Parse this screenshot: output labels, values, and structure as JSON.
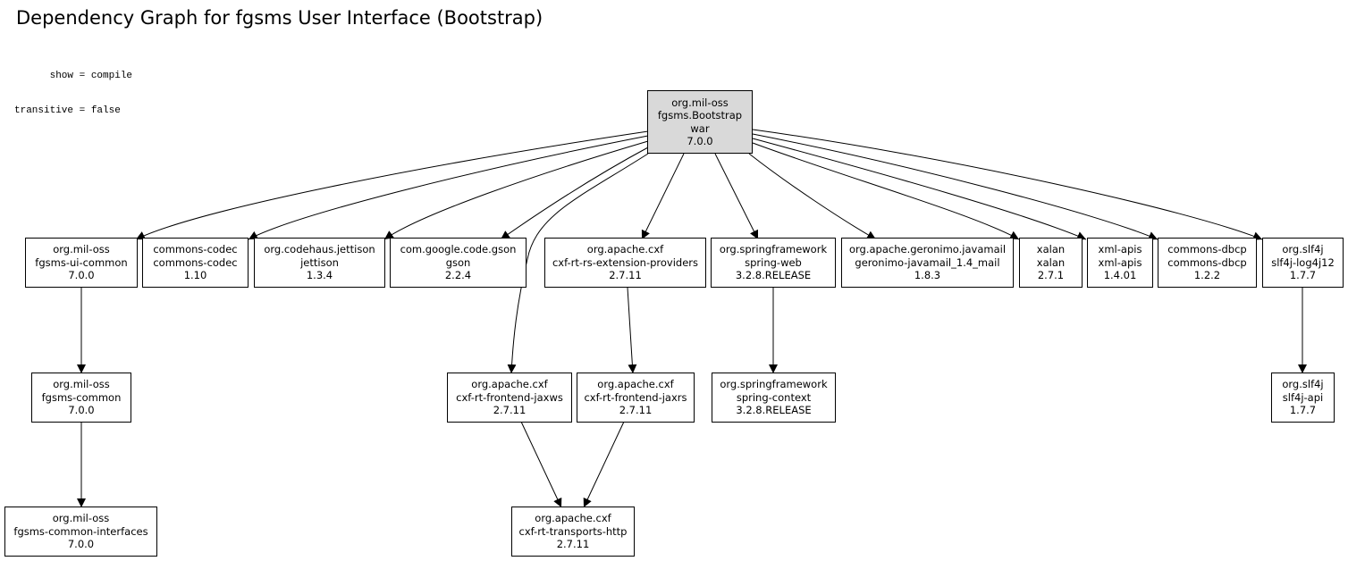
{
  "title": "Dependency Graph for fgsms User Interface (Bootstrap)",
  "properties": [
    "      show = compile",
    "transitive = false"
  ],
  "nodes": {
    "root": {
      "group": "org.mil-oss",
      "artifact": "fgsms.Bootstrap",
      "type": "war",
      "version": "7.0.0",
      "is_root": true
    },
    "ui_common": {
      "group": "org.mil-oss",
      "artifact": "fgsms-ui-common",
      "version": "7.0.0"
    },
    "commons_codec": {
      "group": "commons-codec",
      "artifact": "commons-codec",
      "version": "1.10"
    },
    "jettison": {
      "group": "org.codehaus.jettison",
      "artifact": "jettison",
      "version": "1.3.4"
    },
    "gson": {
      "group": "com.google.code.gson",
      "artifact": "gson",
      "version": "2.2.4"
    },
    "rs_ext": {
      "group": "org.apache.cxf",
      "artifact": "cxf-rt-rs-extension-providers",
      "version": "2.7.11"
    },
    "spring_web": {
      "group": "org.springframework",
      "artifact": "spring-web",
      "version": "3.2.8.RELEASE"
    },
    "javamail": {
      "group": "org.apache.geronimo.javamail",
      "artifact": "geronimo-javamail_1.4_mail",
      "version": "1.8.3"
    },
    "xalan": {
      "group": "xalan",
      "artifact": "xalan",
      "version": "2.7.1"
    },
    "xml_apis": {
      "group": "xml-apis",
      "artifact": "xml-apis",
      "version": "1.4.01"
    },
    "commons_dbcp": {
      "group": "commons-dbcp",
      "artifact": "commons-dbcp",
      "version": "1.2.2"
    },
    "slf4j_log4j": {
      "group": "org.slf4j",
      "artifact": "slf4j-log4j12",
      "version": "1.7.7"
    },
    "fgsms_common": {
      "group": "org.mil-oss",
      "artifact": "fgsms-common",
      "version": "7.0.0"
    },
    "jaxws": {
      "group": "org.apache.cxf",
      "artifact": "cxf-rt-frontend-jaxws",
      "version": "2.7.11"
    },
    "jaxrs": {
      "group": "org.apache.cxf",
      "artifact": "cxf-rt-frontend-jaxrs",
      "version": "2.7.11"
    },
    "spring_context": {
      "group": "org.springframework",
      "artifact": "spring-context",
      "version": "3.2.8.RELEASE"
    },
    "slf4j_api": {
      "group": "org.slf4j",
      "artifact": "slf4j-api",
      "version": "1.7.7"
    },
    "common_interfaces": {
      "group": "org.mil-oss",
      "artifact": "fgsms-common-interfaces",
      "version": "7.0.0"
    },
    "transports_http": {
      "group": "org.apache.cxf",
      "artifact": "cxf-rt-transports-http",
      "version": "2.7.11"
    }
  },
  "edges": [
    {
      "from": "root",
      "to": "ui_common"
    },
    {
      "from": "root",
      "to": "commons_codec"
    },
    {
      "from": "root",
      "to": "jettison"
    },
    {
      "from": "root",
      "to": "gson"
    },
    {
      "from": "root",
      "to": "jaxws"
    },
    {
      "from": "root",
      "to": "rs_ext"
    },
    {
      "from": "root",
      "to": "spring_web"
    },
    {
      "from": "root",
      "to": "javamail"
    },
    {
      "from": "root",
      "to": "xalan"
    },
    {
      "from": "root",
      "to": "xml_apis"
    },
    {
      "from": "root",
      "to": "commons_dbcp"
    },
    {
      "from": "root",
      "to": "slf4j_log4j"
    },
    {
      "from": "ui_common",
      "to": "fgsms_common"
    },
    {
      "from": "fgsms_common",
      "to": "common_interfaces"
    },
    {
      "from": "rs_ext",
      "to": "jaxrs"
    },
    {
      "from": "spring_web",
      "to": "spring_context"
    },
    {
      "from": "slf4j_log4j",
      "to": "slf4j_api"
    },
    {
      "from": "jaxws",
      "to": "transports_http"
    },
    {
      "from": "jaxrs",
      "to": "transports_http"
    }
  ]
}
